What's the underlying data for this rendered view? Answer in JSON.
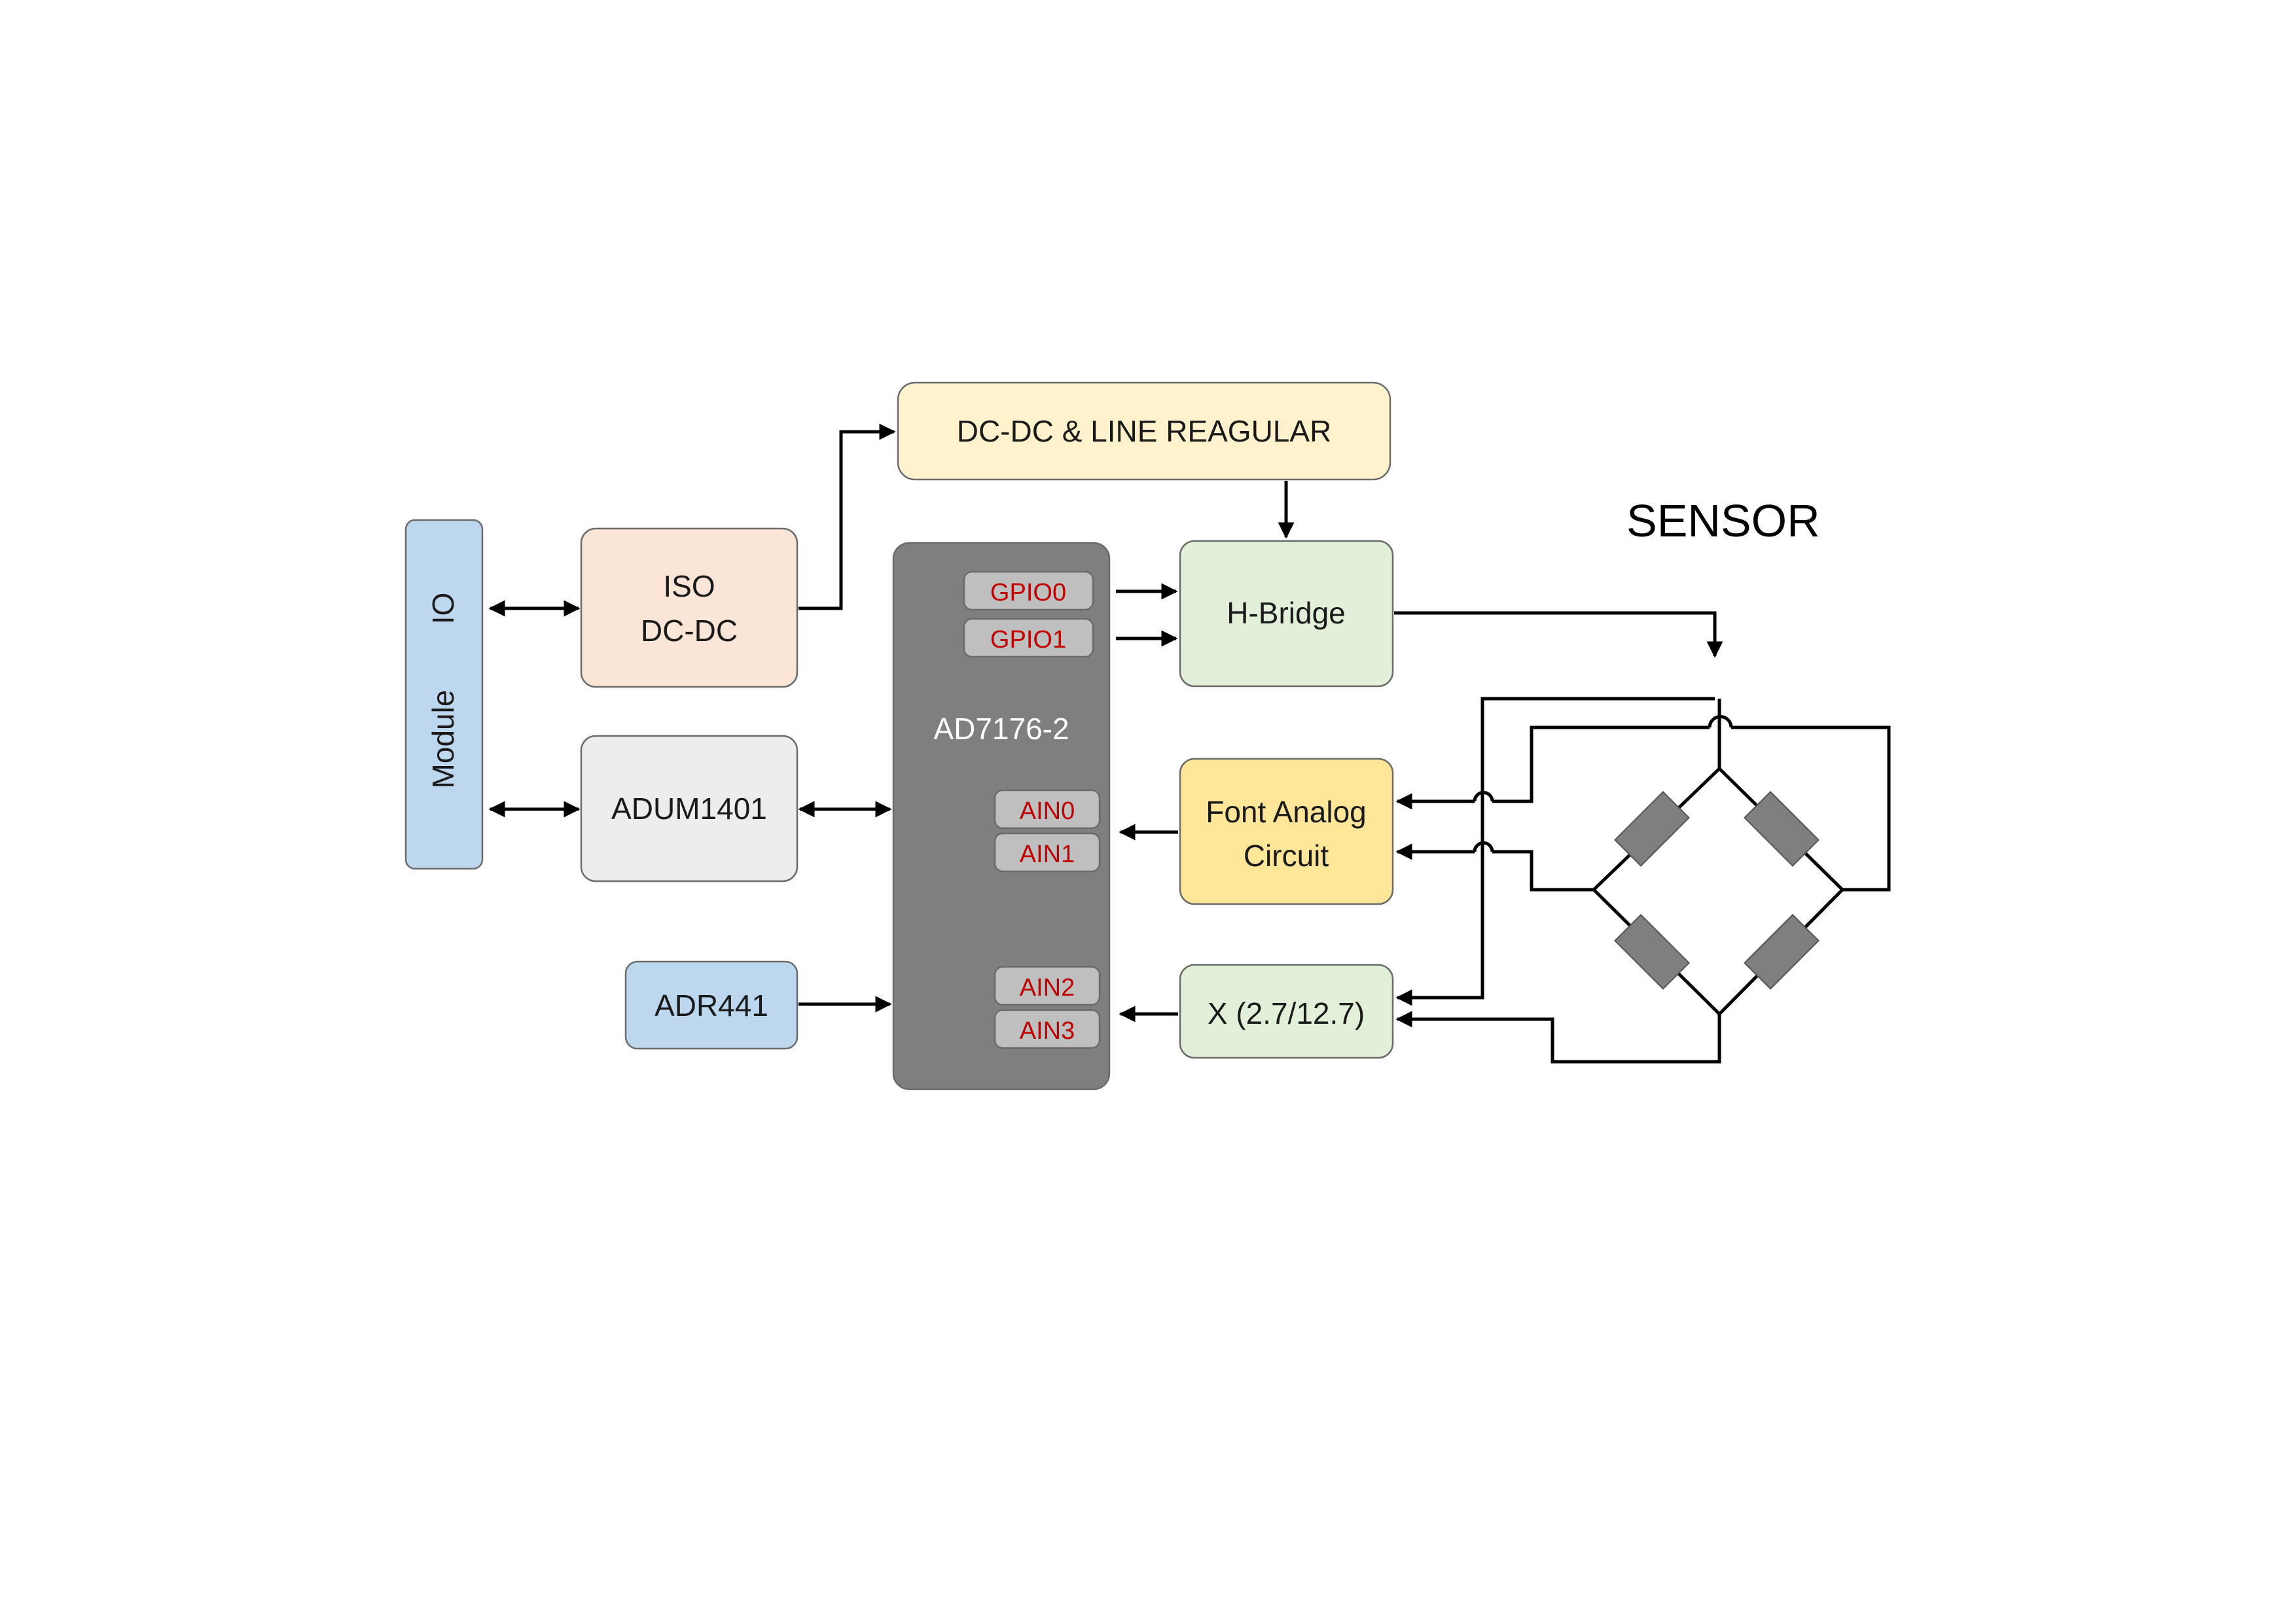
{
  "title": "SENSOR",
  "blocks": {
    "io_module": {
      "label_a": "Module",
      "label_b": "IO",
      "color": "#bdd7ee"
    },
    "iso_dcdc": {
      "line1": "ISO",
      "line2": "DC-DC",
      "color": "#fbe5d6"
    },
    "adum": {
      "label": "ADUM1401",
      "color": "#ededed"
    },
    "adr": {
      "label": "ADR441",
      "color": "#bdd7ee"
    },
    "dcdc_line": {
      "label": "DC-DC & LINE REAGULAR",
      "color": "#fff2cc"
    },
    "ad7176": {
      "label": "AD7176-2",
      "color": "#7f7f7f"
    },
    "hbridge": {
      "label": "H-Bridge",
      "color": "#e2f0d9"
    },
    "font_analog": {
      "line1": "Font Analog",
      "line2": "Circuit",
      "color": "#ffe699"
    },
    "x_amp": {
      "label": "X (2.7/12.7)",
      "color": "#e2f0d9"
    }
  },
  "pins": {
    "gpio0": "GPIO0",
    "gpio1": "GPIO1",
    "ain0": "AIN0",
    "ain1": "AIN1",
    "ain2": "AIN2",
    "ain3": "AIN3",
    "color": "#bfbfbf",
    "text_color": "#c00000"
  },
  "bridge": {
    "resistor_color": "#7f7f7f"
  }
}
